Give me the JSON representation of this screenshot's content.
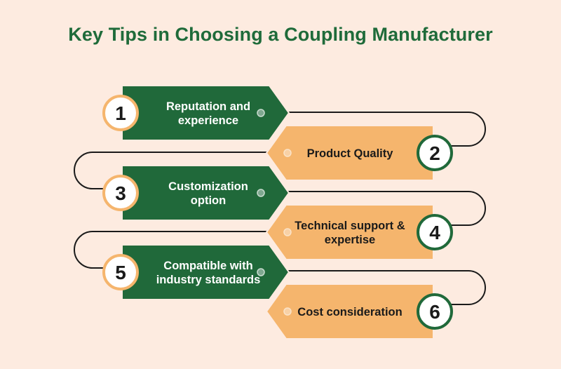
{
  "title": "Key Tips in Choosing a Coupling Manufacturer",
  "colors": {
    "background": "#fdebe0",
    "title": "#1f6b3a",
    "green_tag": "#20693a",
    "orange_tag": "#f5b56d",
    "circle_border_green": "#20693a",
    "circle_border_orange": "#f5b56d",
    "connector": "#1a1a1a"
  },
  "steps": [
    {
      "number": "1",
      "lines": [
        "Reputation and",
        "experience"
      ]
    },
    {
      "number": "2",
      "lines": [
        "Product Quality"
      ]
    },
    {
      "number": "3",
      "lines": [
        "Customization",
        "option"
      ]
    },
    {
      "number": "4",
      "lines": [
        "Technical support &",
        "expertise"
      ]
    },
    {
      "number": "5",
      "lines": [
        "Compatible with",
        "industry standards"
      ]
    },
    {
      "number": "6",
      "lines": [
        "Cost consideration"
      ]
    }
  ]
}
